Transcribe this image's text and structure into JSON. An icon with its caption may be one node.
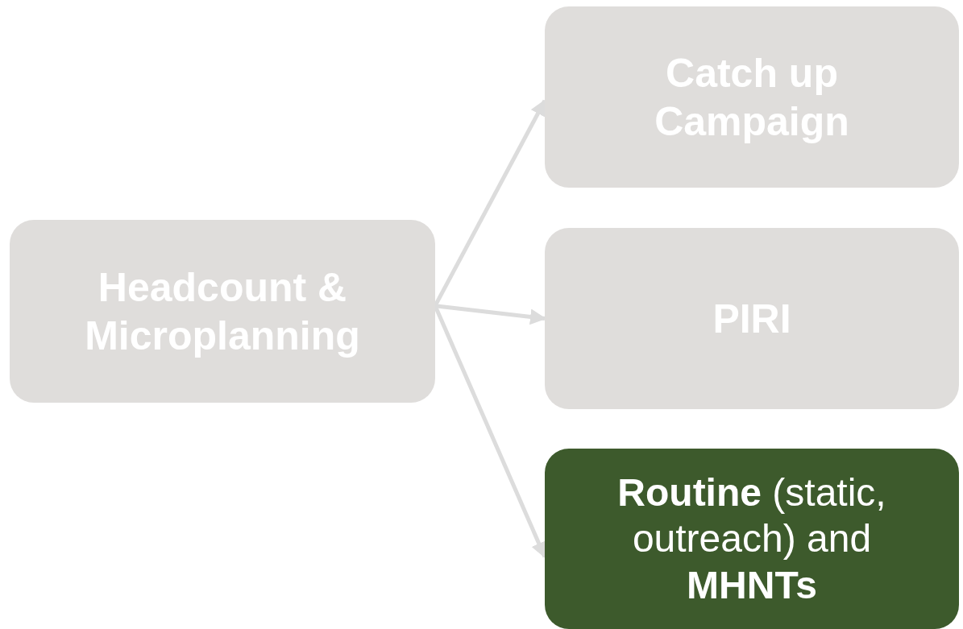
{
  "diagram": {
    "nodes": [
      {
        "text": [
          "Headcount & Microplanning"
        ]
      },
      {
        "text": [
          "Catch up Campaign"
        ]
      },
      {
        "text": [
          "PIRI"
        ]
      },
      {
        "text": [
          "**Routine** (static, outreach) and **MHNTs**"
        ]
      }
    ],
    "edges": [
      {
        "from": 0,
        "to": 1,
        "arrow": "to"
      },
      {
        "from": 0,
        "to": 2,
        "arrow": "to"
      },
      {
        "from": 0,
        "to": 3,
        "arrow": "to"
      }
    ]
  }
}
